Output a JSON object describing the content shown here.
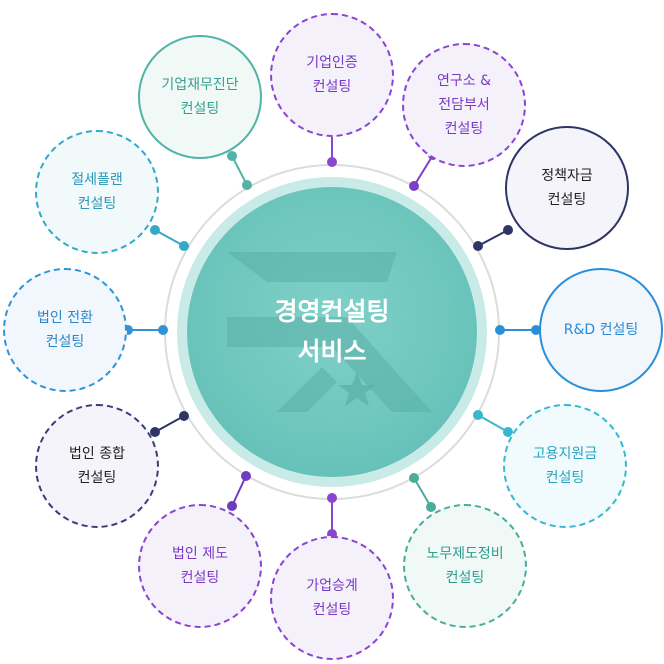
{
  "center": {
    "line1": "경영컨설팅",
    "line2": "서비스"
  },
  "nodes": [
    {
      "id": "cert",
      "lines": [
        "기업인증",
        "컨설팅"
      ],
      "color": "#8a45cf",
      "style": "c-purple"
    },
    {
      "id": "lab",
      "lines": [
        "연구소 &",
        "전담부서",
        "컨설팅"
      ],
      "color": "#7b3fc7",
      "style": "c-purple"
    },
    {
      "id": "fund",
      "lines": [
        "정책자금",
        "컨설팅"
      ],
      "color": "#2e3566",
      "style": "c-indigo"
    },
    {
      "id": "rnd",
      "lines": [
        "R&D 컨설팅"
      ],
      "color": "#2b8fd8",
      "style": "c-blue"
    },
    {
      "id": "employ",
      "lines": [
        "고용지원금",
        "컨설팅"
      ],
      "color": "#39b6d0",
      "style": "c-cyan"
    },
    {
      "id": "labor",
      "lines": [
        "노무제도정비",
        "컨설팅"
      ],
      "color": "#4bab9d",
      "style": "c-teal"
    },
    {
      "id": "succession",
      "lines": [
        "가업승계",
        "컨설팅"
      ],
      "color": "#8a45cf",
      "style": "c-purple"
    },
    {
      "id": "corp-sys",
      "lines": [
        "법인 제도",
        "컨설팅"
      ],
      "color": "#6f3cc0",
      "style": "c-purple"
    },
    {
      "id": "corp-total",
      "lines": [
        "법인 종합",
        "컨설팅"
      ],
      "color": "#2e3566",
      "style": "c-dkpurple"
    },
    {
      "id": "corp-conv",
      "lines": [
        "법인 전환",
        "컨설팅"
      ],
      "color": "#3193d6",
      "style": "c-blue2"
    },
    {
      "id": "tax",
      "lines": [
        "절세플랜",
        "컨설팅"
      ],
      "color": "#34a9c7",
      "style": "c-cyan2"
    },
    {
      "id": "diag",
      "lines": [
        "기업재무진단",
        "컨설팅"
      ],
      "color": "#52b3a6",
      "style": "c-teal2"
    }
  ]
}
